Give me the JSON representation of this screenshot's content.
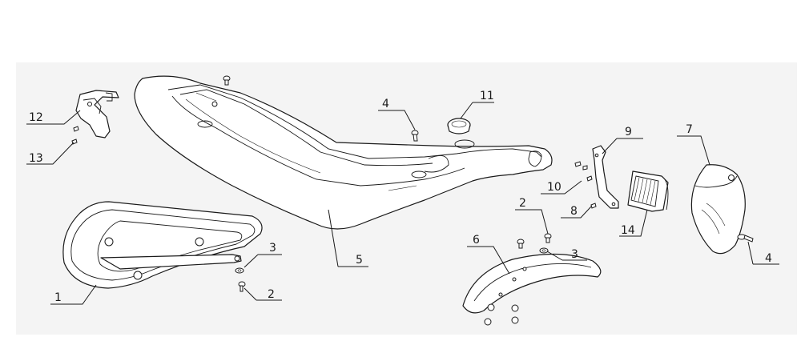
{
  "diagram": {
    "colors": {
      "line": "#1a1a1a",
      "background": "#f4f4f4",
      "fill": "#ffffff"
    },
    "callouts": [
      {
        "id": "c12",
        "label": "12"
      },
      {
        "id": "c13",
        "label": "13"
      },
      {
        "id": "c1",
        "label": "1"
      },
      {
        "id": "c3a",
        "label": "3"
      },
      {
        "id": "c2a",
        "label": "2"
      },
      {
        "id": "c5",
        "label": "5"
      },
      {
        "id": "c4a",
        "label": "4"
      },
      {
        "id": "c11",
        "label": "11"
      },
      {
        "id": "c9",
        "label": "9"
      },
      {
        "id": "c10",
        "label": "10"
      },
      {
        "id": "c8",
        "label": "8"
      },
      {
        "id": "c14",
        "label": "14"
      },
      {
        "id": "c2b",
        "label": "2"
      },
      {
        "id": "c3b",
        "label": "3"
      },
      {
        "id": "c6",
        "label": "6"
      },
      {
        "id": "c7",
        "label": "7"
      },
      {
        "id": "c4b",
        "label": "4"
      }
    ]
  }
}
